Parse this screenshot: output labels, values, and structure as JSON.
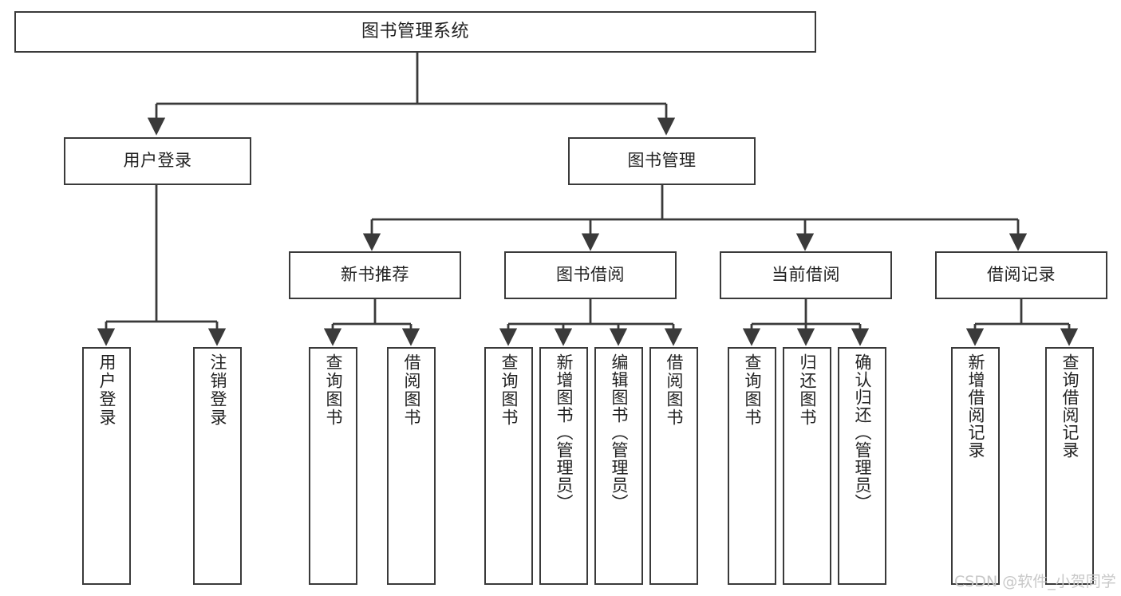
{
  "diagram": {
    "type": "tree-hierarchy",
    "title": "图书管理系统",
    "watermark": "CSDN @软件_小贺同学",
    "colors": {
      "box_border": "#3a3a3a",
      "box_fill": "#ffffff",
      "connector": "#3a3a3a",
      "text": "#222222",
      "watermark": "#c8c8c8",
      "background": "#ffffff"
    },
    "nodes": {
      "root": {
        "label": "图书管理系统"
      },
      "level1": [
        {
          "id": "user-login",
          "label": "用户登录"
        },
        {
          "id": "book-manage",
          "label": "图书管理"
        }
      ],
      "level2": [
        {
          "id": "new-book-rec",
          "label": "新书推荐"
        },
        {
          "id": "book-borrow",
          "label": "图书借阅"
        },
        {
          "id": "current-borrow",
          "label": "当前借阅"
        },
        {
          "id": "borrow-record",
          "label": "借阅记录"
        }
      ],
      "leaves": {
        "user-login": [
          {
            "id": "leaf-user-login",
            "label": "用户登录"
          },
          {
            "id": "leaf-logout",
            "label": "注销登录"
          }
        ],
        "new-book-rec": [
          {
            "id": "leaf-query-book-1",
            "label": "查询图书"
          },
          {
            "id": "leaf-borrow-book-1",
            "label": "借阅图书"
          }
        ],
        "book-borrow": [
          {
            "id": "leaf-query-book-2",
            "label": "查询图书"
          },
          {
            "id": "leaf-add-book",
            "label": "新增图书（管理员）"
          },
          {
            "id": "leaf-edit-book",
            "label": "编辑图书（管理员）"
          },
          {
            "id": "leaf-borrow-book-2",
            "label": "借阅图书"
          }
        ],
        "current-borrow": [
          {
            "id": "leaf-query-book-3",
            "label": "查询图书"
          },
          {
            "id": "leaf-return-book",
            "label": "归还图书"
          },
          {
            "id": "leaf-confirm-return",
            "label": "确认归还（管理员）"
          }
        ],
        "borrow-record": [
          {
            "id": "leaf-add-record",
            "label": "新增借阅记录"
          },
          {
            "id": "leaf-query-record",
            "label": "查询借阅记录"
          }
        ]
      }
    }
  }
}
